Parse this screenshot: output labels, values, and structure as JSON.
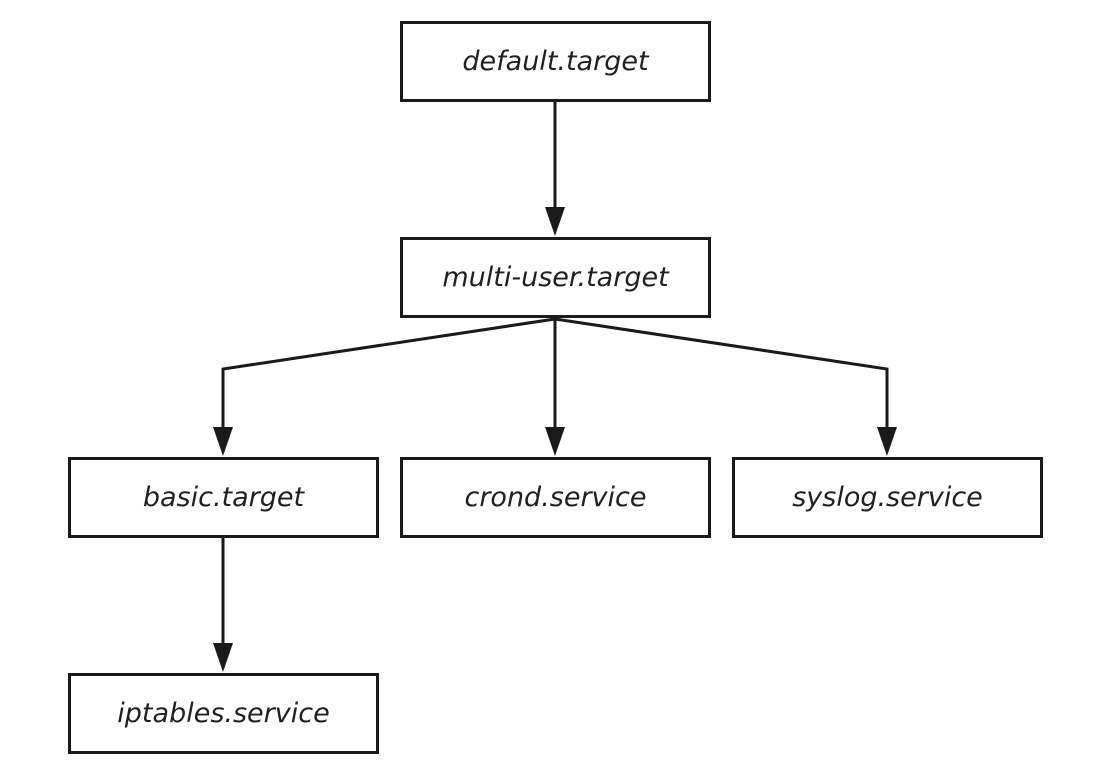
{
  "diagram": {
    "type": "dependency-tree",
    "line_color": "#1a1a1a",
    "nodes": {
      "default_target": "default.target",
      "multi_user_target": "multi-user.target",
      "basic_target": "basic.target",
      "crond_service": "crond.service",
      "syslog_service": "syslog.service",
      "iptables_service": "iptables.service"
    },
    "edges": [
      {
        "from": "default.target",
        "to": "multi-user.target"
      },
      {
        "from": "multi-user.target",
        "to": "basic.target"
      },
      {
        "from": "multi-user.target",
        "to": "crond.service"
      },
      {
        "from": "multi-user.target",
        "to": "syslog.service"
      },
      {
        "from": "basic.target",
        "to": "iptables.service"
      }
    ]
  }
}
